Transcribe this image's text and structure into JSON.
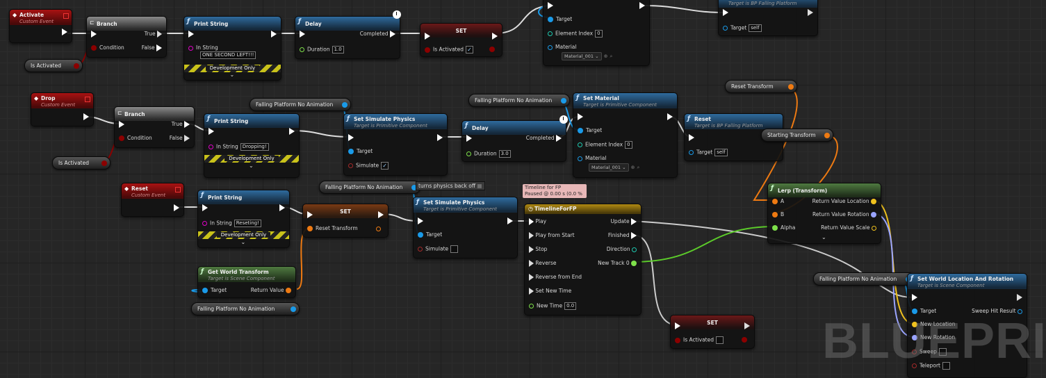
{
  "watermark": "BLUEPRIN",
  "row1": {
    "activate": {
      "title": "Activate",
      "subtitle": "Custom Event"
    },
    "branch": {
      "title": "Branch",
      "true_label": "True",
      "false_label": "False",
      "condition_label": "Condition"
    },
    "is_activated_var": "Is Activated",
    "print": {
      "title": "Print String",
      "in_string_label": "In String",
      "in_string_value": "ONE SECOND LEFT!!!",
      "dev_label": "Development Only"
    },
    "delay": {
      "title": "Delay",
      "completed_label": "Completed",
      "duration_label": "Duration",
      "duration_value": "1.0"
    },
    "set": {
      "title": "SET",
      "pin_label": "Is Activated",
      "checked": "✓"
    },
    "setmat": {
      "target_label": "Target",
      "element_index_label": "Element Index",
      "element_index_value": "0",
      "material_label": "Material",
      "material_value": "Material_001"
    },
    "reset": {
      "subtitle": "Target is BP Falling Platform",
      "target_label": "Target",
      "target_value": "self"
    }
  },
  "row2": {
    "drop": {
      "title": "Drop",
      "subtitle": "Custom Event"
    },
    "branch": {
      "title": "Branch",
      "true_label": "True",
      "false_label": "False",
      "condition_label": "Condition"
    },
    "is_activated_var": "Is Activated",
    "print": {
      "title": "Print String",
      "in_string_label": "In String",
      "in_string_value": "Dropping!",
      "dev_label": "Development Only"
    },
    "fp_var1": "Falling Platform No Animation",
    "simphys": {
      "title": "Set Simulate Physics",
      "subtitle": "Target is Primitive Component",
      "target_label": "Target",
      "simulate_label": "Simulate",
      "checked": "✓"
    },
    "fp_var2": "Falling Platform No Animation",
    "delay": {
      "title": "Delay",
      "completed_label": "Completed",
      "duration_label": "Duration",
      "duration_value": "3.0"
    },
    "setmat": {
      "title": "Set Material",
      "subtitle": "Target is Primitive Component",
      "target_label": "Target",
      "element_index_label": "Element Index",
      "element_index_value": "0",
      "material_label": "Material",
      "material_value": "Material_001"
    },
    "reset": {
      "title": "Reset",
      "subtitle": "Target is BP Falling Platform",
      "target_label": "Target",
      "target_value": "self"
    },
    "reset_transform_var": "Reset Transform",
    "starting_transform_var": "Starting Transform"
  },
  "row3": {
    "reset_event": {
      "title": "Reset",
      "subtitle": "Custom Event"
    },
    "print": {
      "title": "Print String",
      "in_string_label": "In String",
      "in_string_value": "Reseting!",
      "dev_label": "Development Only"
    },
    "set": {
      "title": "SET",
      "pin_label": "Reset Transform"
    },
    "fp_var_comment": "Falling Platform No Animation",
    "comment": "turns physics back off",
    "simphys": {
      "title": "Set Simulate Physics",
      "subtitle": "Target is Primitive Component",
      "target_label": "Target",
      "simulate_label": "Simulate"
    },
    "timeline_comment": "Timeline for FP\nPaused @ 0.00 s (0.0 %)",
    "timeline_comment_l1": "Timeline for FP",
    "timeline_comment_l2": "Paused @ 0.00 s (0.0 %",
    "timeline": {
      "title": "TimelineForFP",
      "play": "Play",
      "play_from_start": "Play from Start",
      "stop": "Stop",
      "reverse": "Reverse",
      "reverse_from_end": "Reverse from End",
      "set_new_time": "Set New Time",
      "new_time_label": "New Time",
      "new_time_value": "0.0",
      "update": "Update",
      "finished": "Finished",
      "direction": "Direction",
      "new_track": "New Track 0"
    },
    "gwt": {
      "title": "Get World Transform",
      "subtitle": "Target is Scene Component",
      "target_label": "Target",
      "return_label": "Return Value"
    },
    "fp_var": "Falling Platform No Animation",
    "lerp": {
      "title": "Lerp (Transform)",
      "a": "A",
      "b": "B",
      "alpha": "Alpha",
      "rvl": "Return Value Location",
      "rvr": "Return Value Rotation",
      "rvs": "Return Value Scale"
    },
    "set2": {
      "title": "SET",
      "pin_label": "Is Activated"
    },
    "fp_var3": "Falling Platform No Animation",
    "swlr": {
      "title": "Set World Location And Rotation",
      "subtitle": "Target is Scene Component",
      "target_label": "Target",
      "new_location": "New Location",
      "new_rotation": "New Rotation",
      "sweep": "Sweep",
      "teleport": "Teleport",
      "sweep_hit": "Sweep Hit Result"
    }
  }
}
